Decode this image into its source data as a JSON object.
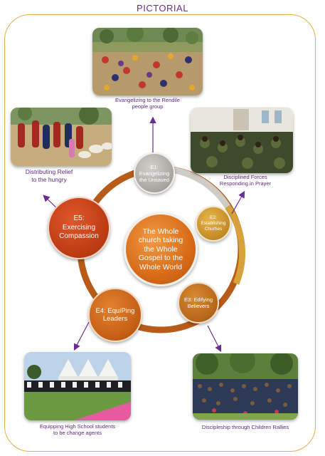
{
  "title": "PICTORIAL",
  "center": "The Whole\nchurch taking\nthe Whole\nGospel to the\nWhole World",
  "nodes": {
    "e1": "E1:\nEvangelizing\nthe Unsaved",
    "e2": "E2:\nEstablishing\nChurhes",
    "e3": "E3: Edifying\nBelievers",
    "e4": "E4: EquiPing\nLeaders",
    "e5": "E5:\nExercising\nCompassion"
  },
  "captions": {
    "top": "Evangelizing to the Rendile\npeople group",
    "right_top": "Disciplined Forces\nResponding in Prayer",
    "left_top": "Distributing Relief\nto the hungry",
    "left_bottom": "Equipping High School students\nto be change agents",
    "right_bottom": "Discipleship through Children Rallies"
  },
  "colors": {
    "accent_purple": "#6a2c8e",
    "frame_gold": "#e3b34a",
    "ring_orange": "#c8651c",
    "ring_grey": "#c9c6c2",
    "center_orange": "#e0781f",
    "node_grey": "#a9a6a3",
    "node_gold": "#c9912a",
    "node_brown": "#b96a1a",
    "node_red": "#b23a12"
  },
  "photos": {
    "top": "crowd-seated-outdoors-photo",
    "right_top": "church-congregation-prayer-photo",
    "left_top": "relief-distribution-photo",
    "left_bottom": "students-tent-gathering-photo",
    "right_bottom": "children-rally-crowd-photo"
  }
}
